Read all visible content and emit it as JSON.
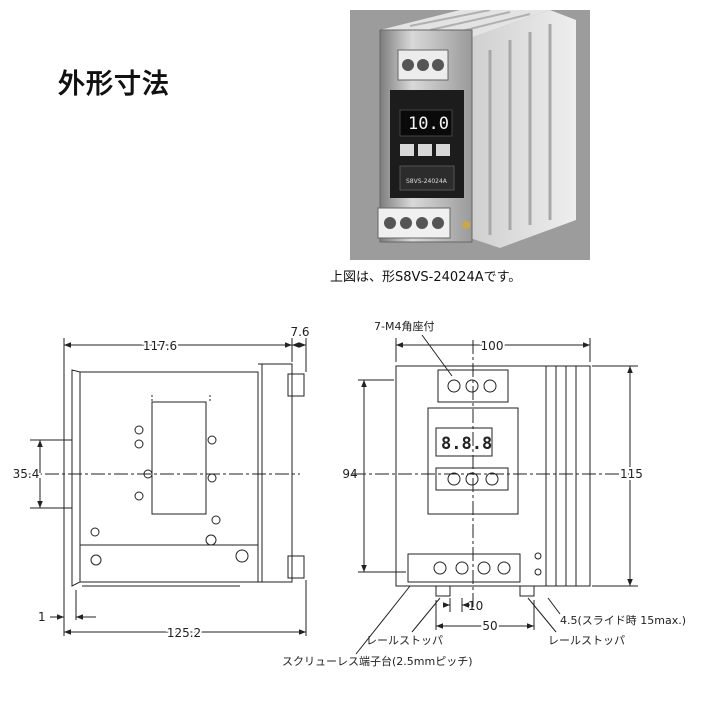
{
  "title": "外形寸法",
  "caption": "上図は、形S8VS-24024Aです。",
  "display_digits": "10.0",
  "display_digits_drawing": "8.8.8",
  "label_plate": "S8VS-24024A",
  "side_view": {
    "dim_width": "117.6",
    "dim_depth_extra": "7.6",
    "dim_rail": "35.4",
    "dim_one": "1",
    "dim_base": "125.2"
  },
  "front_view": {
    "terminal_note": "7-M4角座付",
    "dim_width": "100",
    "dim_inner_height": "94",
    "dim_height": "115",
    "dim_pitch": "10",
    "dim_span": "50",
    "slide_note": "4.5(スライド時 15max.)",
    "rail_stopper_left": "レールストッパ",
    "rail_stopper_right": "レールストッパ",
    "screwless": "スクリューレス端子台(2.5mmピッチ)"
  }
}
